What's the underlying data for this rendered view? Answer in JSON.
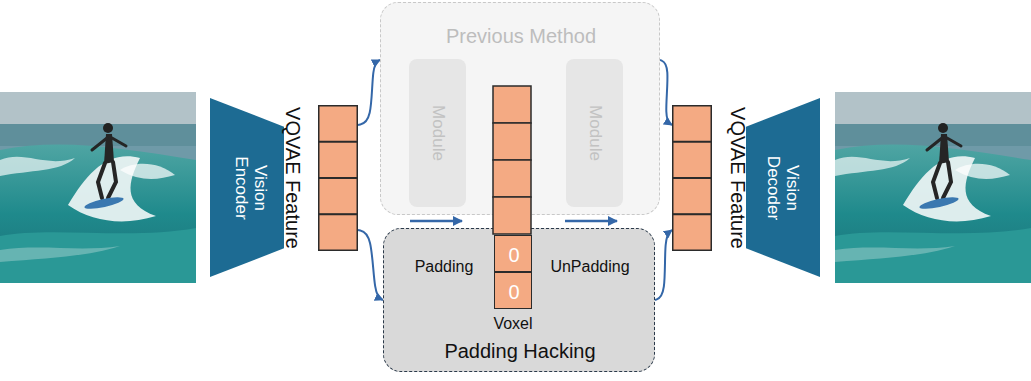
{
  "diagram": {
    "nodes": [
      {
        "text": [
          "Vision Encoder"
        ]
      },
      {
        "text": [
          "VQVAE Feature"
        ]
      },
      {
        "text": [
          "Previous Method"
        ]
      },
      {
        "text": [
          "Module"
        ],
        "in": 2
      },
      {
        "text": [
          "Module"
        ],
        "in": 2
      },
      {
        "text": [
          "Padding",
          "UnPadding",
          "Voxel",
          "Padding Hacking"
        ]
      },
      {
        "text": [
          "0"
        ],
        "in": 5
      },
      {
        "text": [
          "0"
        ],
        "in": 5
      },
      {
        "text": [
          "VQVAE Feature"
        ]
      },
      {
        "text": [
          "Vision Decoder"
        ]
      }
    ],
    "edges": [
      {
        "from": 1,
        "to": 2,
        "arrow": "to"
      },
      {
        "from": 1,
        "to": 5,
        "arrow": "to"
      },
      {
        "from": 2,
        "to": 8,
        "arrow": "to"
      },
      {
        "from": 5,
        "to": 8,
        "arrow": "to"
      }
    ]
  }
}
